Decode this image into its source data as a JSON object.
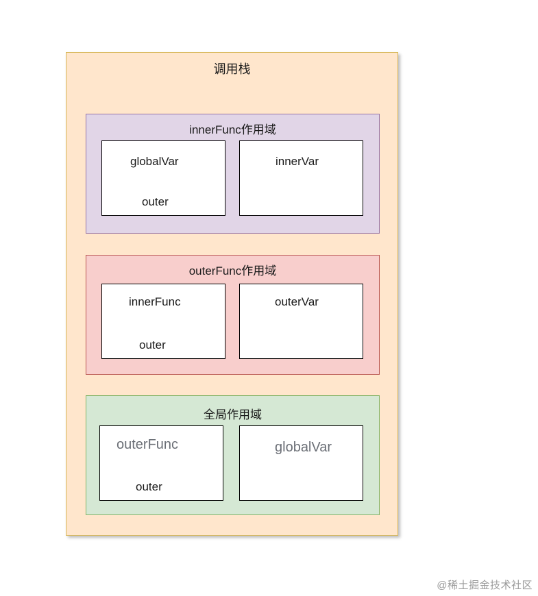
{
  "call_stack": {
    "title": "调用栈",
    "scopes": [
      {
        "title": "innerFunc作用域",
        "left_box": {
          "top_label": "globalVar",
          "bottom_label": "outer"
        },
        "right_box": {
          "top_label": "innerVar"
        }
      },
      {
        "title": "outerFunc作用域",
        "left_box": {
          "top_label": "innerFunc",
          "bottom_label": "outer"
        },
        "right_box": {
          "top_label": "outerVar"
        }
      },
      {
        "title": "全局作用域",
        "left_box": {
          "top_label": "outerFunc",
          "bottom_label": "outer"
        },
        "right_box": {
          "top_label": "globalVar"
        }
      }
    ]
  },
  "watermark": "@稀土掘金技术社区",
  "colors": {
    "stack_fill": "#ffe6cc",
    "stack_border": "#d6b656",
    "inner_scope_fill": "#e1d5e7",
    "inner_scope_border": "#9673a6",
    "outer_scope_fill": "#f8cecc",
    "outer_scope_border": "#b85450",
    "global_scope_fill": "#d5e8d4",
    "global_scope_border": "#82b366"
  }
}
